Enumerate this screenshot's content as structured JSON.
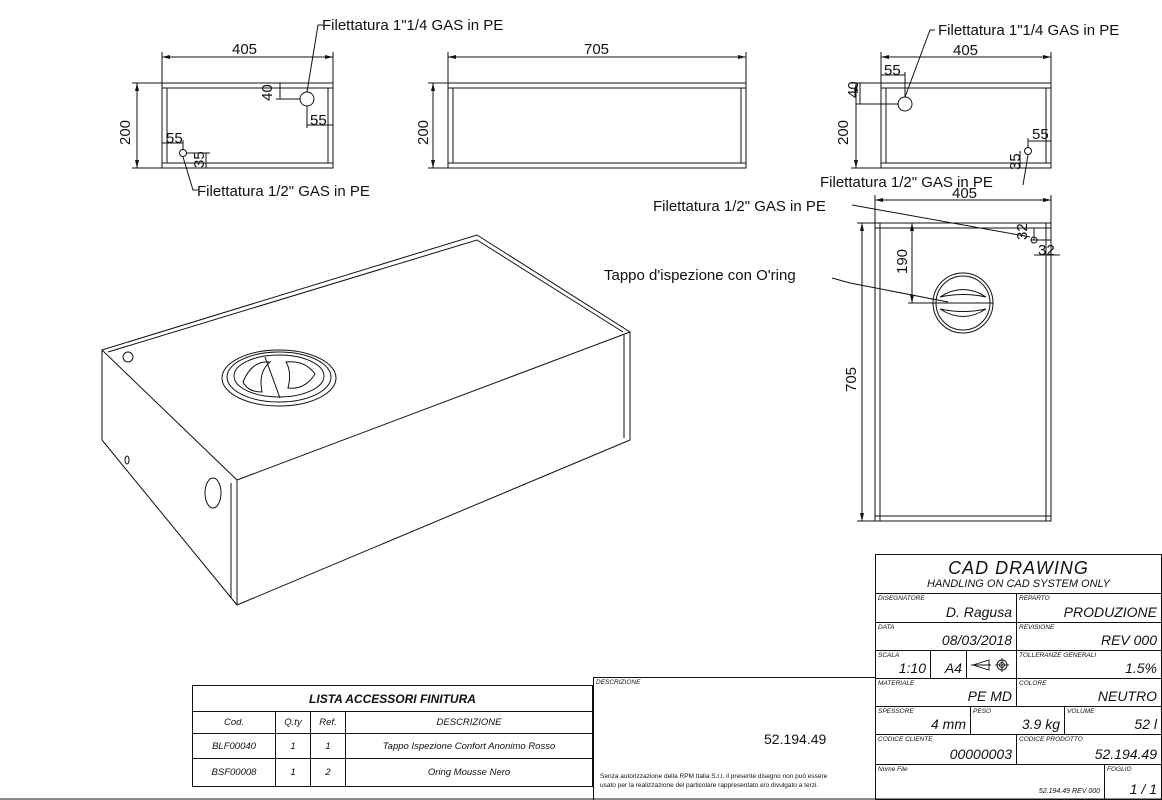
{
  "dimensions": {
    "w405": "405",
    "w705": "705",
    "h200": "200",
    "d40": "40",
    "d55": "55",
    "d35": "35",
    "d32": "32",
    "d190": "190"
  },
  "callouts": {
    "thread_large": "Filettatura 1\"1/4 GAS in PE",
    "thread_small": "Filettatura 1/2\" GAS in PE",
    "inspection_cap": "Tappo d'ispezione con O'ring"
  },
  "accessories": {
    "title": "LISTA ACCESSORI FINITURA",
    "headers": [
      "Cod.",
      "Q.ty",
      "Ref.",
      "DESCRIZIONE"
    ],
    "rows": [
      [
        "BLF00040",
        "1",
        "1",
        "Tappo Ispezione Confort Anonimo Rosso"
      ],
      [
        "BSF00008",
        "1",
        "2",
        "Oring Mousse Nero"
      ]
    ]
  },
  "description": {
    "caption": "DESCRIZIONE",
    "value": "52.194.49",
    "disclaimer_line1": "Senza autorizzazione della RPM Italia S.r.l. il presente disegno non può essere",
    "disclaimer_line2": "usato per la realizzazione del particolare rappresentato e/o divulgato a terzi."
  },
  "title_block": {
    "title": "CAD   DRAWING",
    "subtitle": "HANDLING  ON  CAD SYSTEM  ONLY",
    "disegnatore_label": "DISEGNATORE",
    "disegnatore": "D. Ragusa",
    "reparto_label": "REPARTO",
    "reparto": "PRODUZIONE",
    "data_label": "DATA",
    "data": "08/03/2018",
    "revisione_label": "REVISIONE",
    "revisione": "REV 000",
    "scala_label": "SCALA",
    "scala": "1:10",
    "formato": "A4",
    "tolleranze_label": "TOLLERANZE GENERALI",
    "tolleranze": "1.5%",
    "materiale_label": "MATERIALE",
    "materiale": "PE MD",
    "colore_label": "COLORE",
    "colore": "NEUTRO",
    "spessore_label": "SPESSORE",
    "spessore": "4 mm",
    "peso_label": "PESO",
    "peso": "3.9 kg",
    "volume_label": "VOLUME",
    "volume": "52 l",
    "codice_cliente_label": "CODICE CLIENTE",
    "codice_cliente": "00000003",
    "codice_prodotto_label": "CODICE PRODOTTO",
    "codice_prodotto": "52.194.49",
    "nome_file_label": "Nome File",
    "nome_file": "52.194.49 REV 000",
    "foglio_label": "FOGLIO",
    "foglio": "1 / 1"
  }
}
